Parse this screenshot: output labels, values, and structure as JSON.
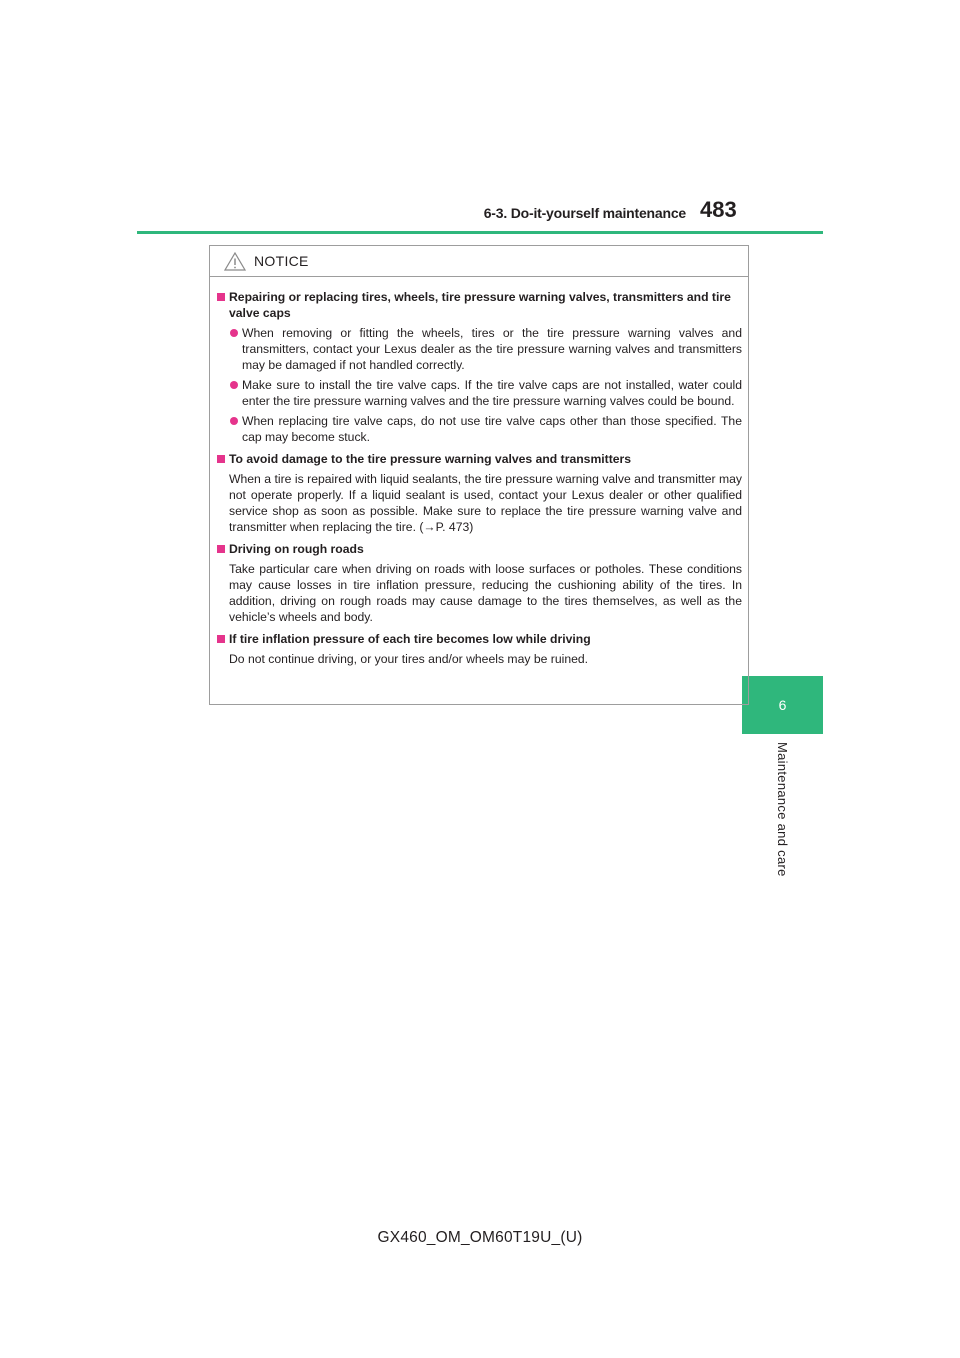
{
  "header": {
    "section": "6-3. Do-it-yourself maintenance",
    "page_number": "483"
  },
  "side_tab": {
    "number": "6",
    "label": "Maintenance and care"
  },
  "notice": {
    "title": "NOTICE",
    "sections": [
      {
        "title": "Repairing or replacing tires, wheels, tire pressure warning valves, transmitters and tire valve caps",
        "bullets": [
          "When removing or fitting the wheels, tires or the tire pressure warning valves and transmitters, contact your Lexus dealer as the tire pressure warning valves and transmitters may be damaged if not handled correctly.",
          "Make sure to install the tire valve caps. If the tire valve caps are not installed, water could enter the tire pressure warning valves and the tire pressure warning valves could be bound.",
          "When replacing tire valve caps, do not use tire valve caps other than those specified. The cap may become stuck."
        ]
      },
      {
        "title": "To avoid damage to the tire pressure warning valves and transmitters",
        "text": "When a tire is repaired with liquid sealants, the tire pressure warning valve and transmitter may not operate properly. If a liquid sealant is used, contact your Lexus dealer or other qualified service shop as soon as possible. Make sure to replace the tire pressure warning valve and transmitter when replacing the tire. (→P. 473)"
      },
      {
        "title": "Driving on rough roads",
        "text": "Take particular care when driving on roads with loose surfaces or potholes. These conditions may cause losses in tire inflation pressure, reducing the cushioning ability of the tires. In addition, driving on rough roads may cause damage to the tires themselves, as well as the vehicle’s wheels and body."
      },
      {
        "title": "If tire inflation pressure of each tire becomes low while driving",
        "text": "Do not continue driving, or your tires and/or wheels may be ruined."
      }
    ]
  },
  "footer": {
    "code": "GX460_OM_OM60T19U_(U)"
  },
  "colors": {
    "accent_green": "#2fb77c",
    "bullet_magenta": "#e5348c",
    "border_gray": "#9d9d9d"
  },
  "icons": [
    "warning-triangle-icon",
    "square-bullet-icon",
    "round-bullet-icon"
  ]
}
